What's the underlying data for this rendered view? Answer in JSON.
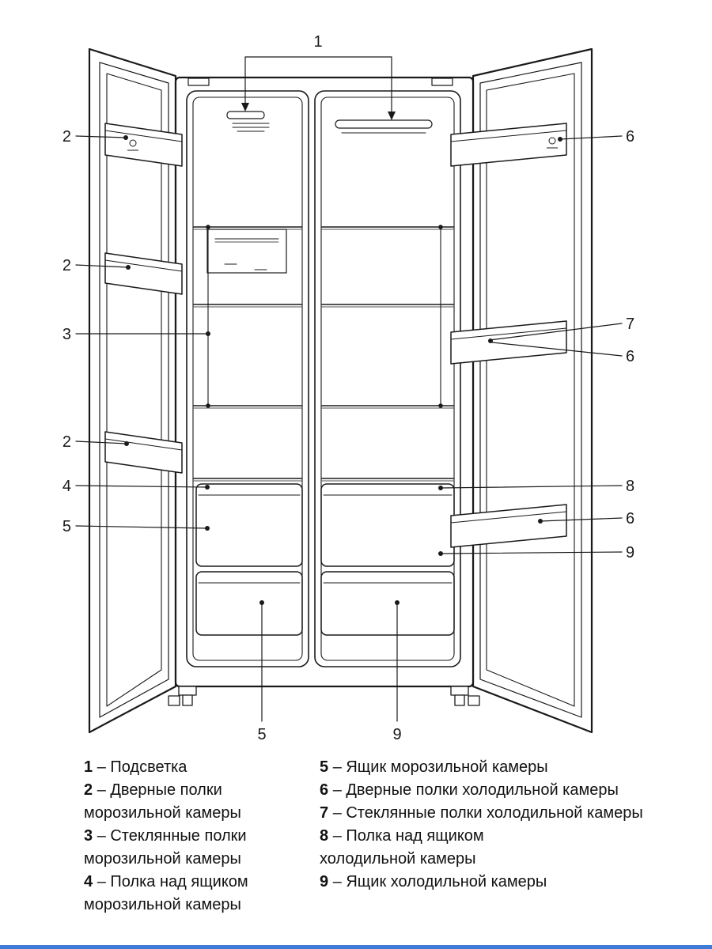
{
  "page": {
    "background": "#ffffff",
    "ink_color": "#1a1a1a",
    "bottom_bar_color": "#3d7bd7",
    "bottom_bar_style": "background:#3d7bd7"
  },
  "diagram": {
    "kind": "side-by-side refrigerator interior scheme",
    "callouts": {
      "c1": "1",
      "c2a": "2",
      "c2b": "2",
      "c2c": "2",
      "c3": "3",
      "c4": "4",
      "c5": "5",
      "c5b": "5",
      "c6a": "6",
      "c6b": "6",
      "c6c": "6",
      "c7": "7",
      "c8": "8",
      "c9": "9",
      "c9b": "9"
    }
  },
  "legend": {
    "left": [
      {
        "num": "1",
        "text": "– Подсветка"
      },
      {
        "num": "2",
        "text": "– Дверные полки\nморозильной камеры"
      },
      {
        "num": "3",
        "text": "– Стеклянные полки\nморозильной камеры"
      },
      {
        "num": "4",
        "text": "– Полка над ящиком\nморозильной камеры"
      }
    ],
    "right": [
      {
        "num": "5",
        "text": "– Ящик морозильной камеры"
      },
      {
        "num": "6",
        "text": "– Дверные полки холодильной камеры"
      },
      {
        "num": "7",
        "text": "– Стеклянные полки холодильной камеры"
      },
      {
        "num": "8",
        "text": "– Полка над ящиком\nхолодильной камеры"
      },
      {
        "num": "9",
        "text": "– Ящик холодильной камеры"
      }
    ]
  }
}
